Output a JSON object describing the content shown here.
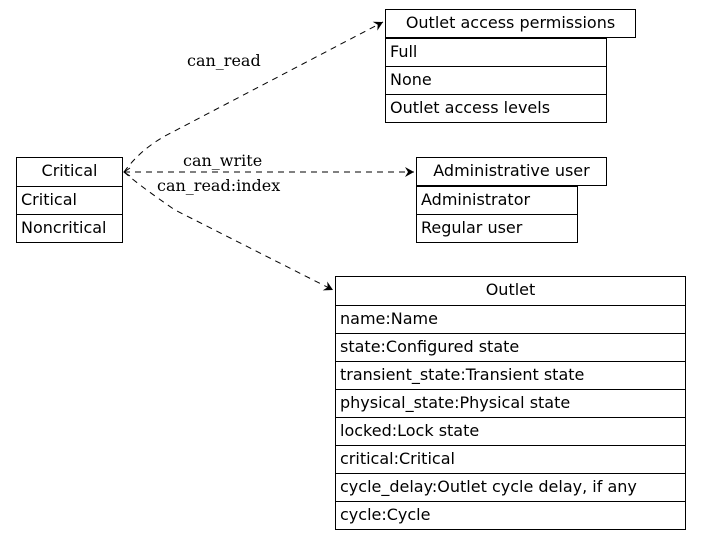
{
  "boxes": {
    "critical": {
      "title": "Critical",
      "rows": [
        "Critical",
        "Noncritical"
      ]
    },
    "permissions": {
      "title": "Outlet access permissions",
      "rows": [
        "Full",
        "None",
        "Outlet access levels"
      ]
    },
    "admin": {
      "title": "Administrative user",
      "rows": [
        "Administrator",
        "Regular user"
      ]
    },
    "outlet": {
      "title": "Outlet",
      "rows": [
        "name:Name",
        "state:Configured state",
        "transient_state:Transient state",
        "physical_state:Physical state",
        "locked:Lock state",
        "critical:Critical",
        "cycle_delay:Outlet cycle delay, if any",
        "cycle:Cycle"
      ]
    }
  },
  "edges": {
    "can_read": "can_read",
    "can_write": "can_write",
    "can_read_index": "can_read:index"
  }
}
